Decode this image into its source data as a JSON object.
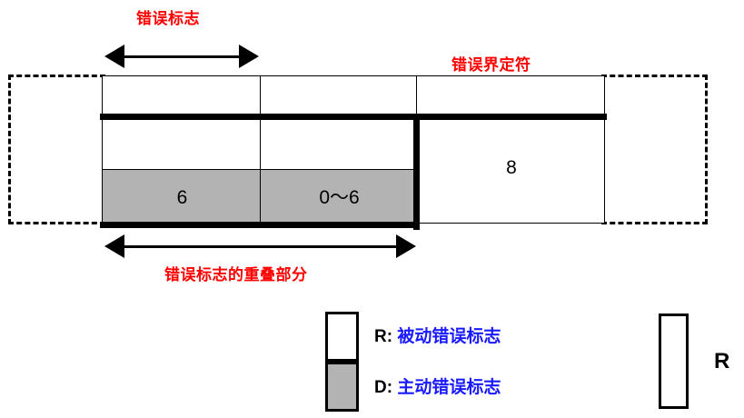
{
  "diagram": {
    "title_annotations": {
      "error_flag": "错误标志",
      "error_delimiter": "错误界定符",
      "error_flag_overlap": "错误标志的重叠部分"
    },
    "frame_cells": [
      {
        "name": "active-error-flag-bits",
        "value": "6"
      },
      {
        "name": "passive-error-flag-bits",
        "value": "0～6"
      },
      {
        "name": "error-delimiter-bits",
        "value": "8"
      }
    ]
  },
  "legend": {
    "items": [
      {
        "key": "R:",
        "description": "被动错误标志",
        "swatch": "white"
      },
      {
        "key": "D:",
        "description": "主动错误标志",
        "swatch": "gray"
      }
    ]
  },
  "recessive_sample": {
    "label": "R"
  },
  "colors": {
    "annotation_red": "#ff0000",
    "legend_blue": "#1a1aff",
    "dominant_gray": "#b3b3b3",
    "line_black": "#000000"
  }
}
